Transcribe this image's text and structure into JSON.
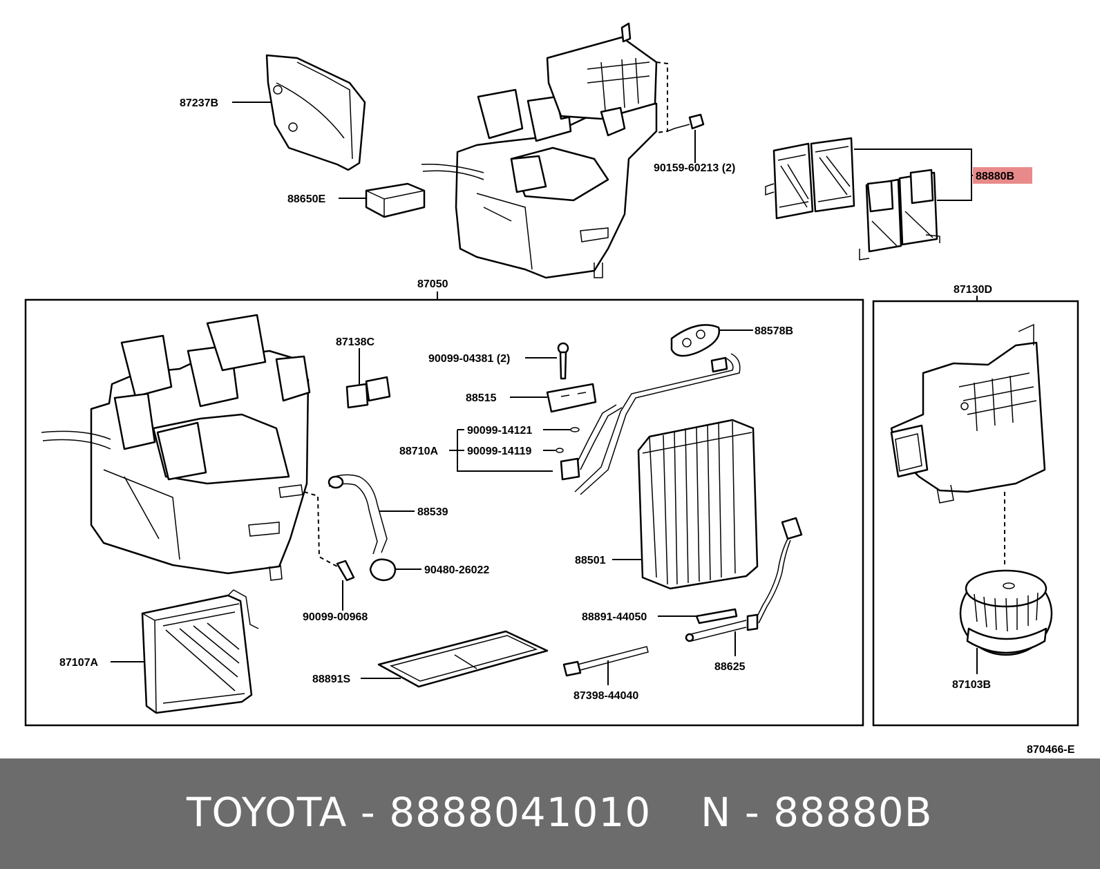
{
  "labels": {
    "p87237B": "87237B",
    "p88650E": "88650E",
    "p90159": "90159-60213 (2)",
    "p88880B": "88880B",
    "p87050": "87050",
    "p87130D": "87130D",
    "p87138C": "87138C",
    "p90099_04381": "90099-04381 (2)",
    "p88515": "88515",
    "p90099_14121": "90099-14121",
    "p88710A": "88710A",
    "p90099_14119": "90099-14119",
    "p88578B": "88578B",
    "p88539": "88539",
    "p90480": "90480-26022",
    "p90099_00968": "90099-00968",
    "p88501": "88501",
    "p88891_44050": "88891-44050",
    "p88625": "88625",
    "p87107A": "87107A",
    "p88891S": "88891S",
    "p87398": "87398-44040",
    "p87103B": "87103B",
    "diagram_code": "870466-E"
  },
  "highlight_color": "#e88a8a",
  "footer": {
    "brand_part": "TOYOTA - 8888041010",
    "ref_part": "N - 88880B"
  }
}
